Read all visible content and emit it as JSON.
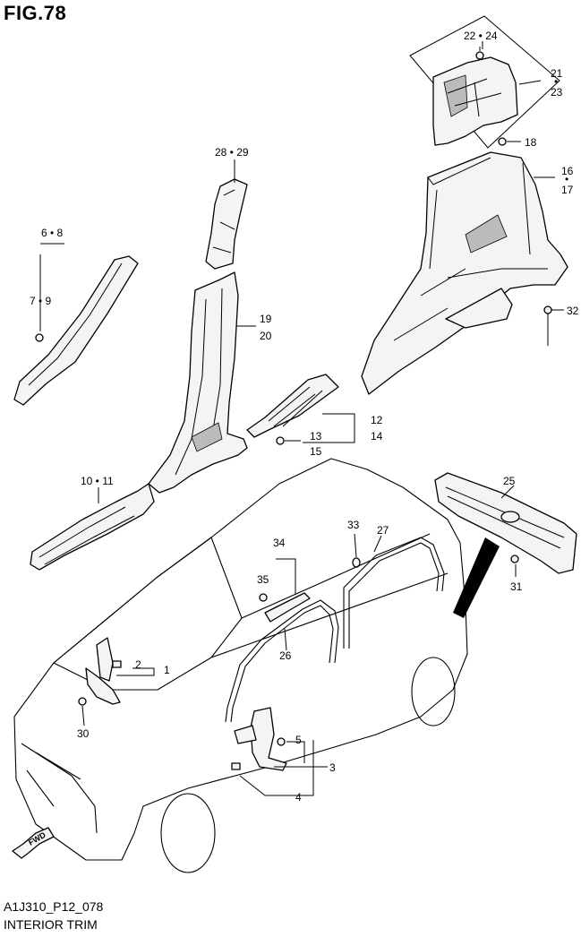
{
  "figure": {
    "title": "FIG.78",
    "code": "A1J310_P12_078",
    "caption": "INTERIOR TRIM",
    "fwd_label": "FWD"
  },
  "labels": {
    "p22_24": "22 • 24",
    "p21": "21",
    "p21_dot": "•",
    "p23": "23",
    "p18": "18",
    "p16": "16",
    "p16_dot": "•",
    "p17": "17",
    "p28_29": "28 • 29",
    "p6_8": "6 • 8",
    "p7_9": "7 • 9",
    "p19": "19",
    "p20": "20",
    "p32": "32",
    "p12": "12",
    "p14": "14",
    "p13": "13",
    "p15": "15",
    "p10_11": "10 • 11",
    "p25": "25",
    "p33": "33",
    "p27": "27",
    "p34": "34",
    "p35": "35",
    "p31": "31",
    "p2": "2",
    "p1": "1",
    "p26": "26",
    "p30": "30",
    "p5": "5",
    "p3": "3",
    "p4": "4"
  }
}
